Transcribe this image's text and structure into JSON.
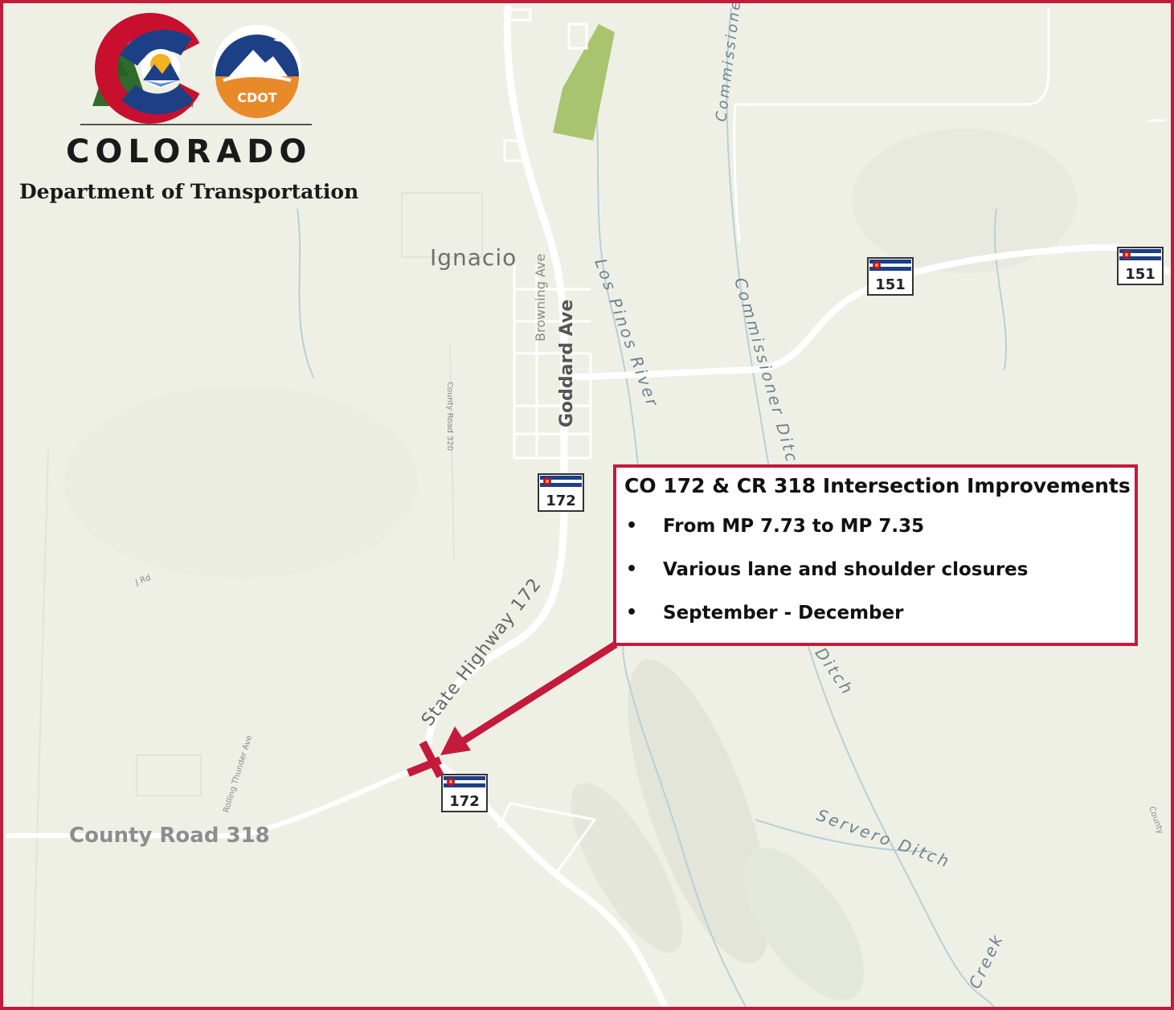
{
  "branding": {
    "wordmark": "COLORADO",
    "department": "Department of Transportation",
    "badge_text": "CDOT",
    "trademark": "TM"
  },
  "map_labels": {
    "town": "Ignacio",
    "browning_ave": "Browning Ave",
    "goddard_ave": "Goddard Ave",
    "los_pinos_river": "Los Pinos River",
    "commissioner_ditch_top": "Commissione",
    "commissioner_ditch": "Commissioner Ditch",
    "ditch_lower": "ner Ditch",
    "county_road_320": "County Road 320",
    "j_rd": "J Rd",
    "rolling_thunder_ave": "Rolling Thunder Ave",
    "state_highway_172": "State Highway 172",
    "county_road_318": "County Road 318",
    "servero_ditch": "Servero Ditch",
    "creek": "Creek",
    "county_edge": "County"
  },
  "shields": {
    "hwy172_north": "172",
    "hwy172_south": "172",
    "hwy151_west": "151",
    "hwy151_east": "151"
  },
  "callout": {
    "title": "CO 172 & CR 318 Intersection Improvements",
    "items": [
      "From MP 7.73 to MP 7.35",
      "Various lane and shoulder closures",
      "September - December"
    ]
  },
  "colors": {
    "border": "#c41a3b",
    "map_background": "#eef0e6",
    "road": "#ffffff",
    "park": "#a9c46e",
    "water_label": "#6f8190",
    "cdot_blue": "#1d3f86",
    "cdot_orange": "#e98a2a",
    "colorado_red": "#c8102e",
    "colorado_gold": "#f4b223",
    "forest_green": "#2f6b2c"
  }
}
